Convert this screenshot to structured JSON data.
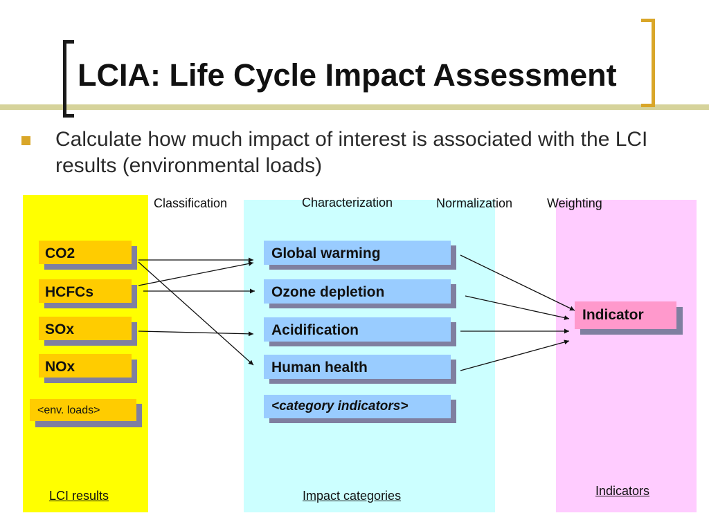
{
  "slide": {
    "title": "LCIA: Life Cycle Impact Assessment",
    "bullet": "Calculate how much impact of interest is associated with the LCI results (environmental loads)"
  },
  "steps": {
    "classification": "Classification",
    "characterization": "Characterization",
    "normalization": "Normalization",
    "weighting": "Weighting"
  },
  "loads": [
    "CO2",
    "HCFCs",
    "SOx",
    "NOx"
  ],
  "env_loads": "<env. loads>",
  "categories": [
    "Global warming",
    "Ozone depletion",
    "Acidification",
    "Human health"
  ],
  "category_indicators": "<category indicators>",
  "indicator": "Indicator",
  "footers": {
    "lci": "LCI results",
    "impact": "Impact categories",
    "indicators": "Indicators"
  },
  "colors": {
    "load_box": "#ffcc00",
    "category_box": "#99ccff",
    "indicator_box": "#ff99cc",
    "lci_panel": "#ffff00",
    "impact_panel": "#ccffff",
    "indicator_panel": "#ffccff",
    "accent": "#d9a628"
  }
}
